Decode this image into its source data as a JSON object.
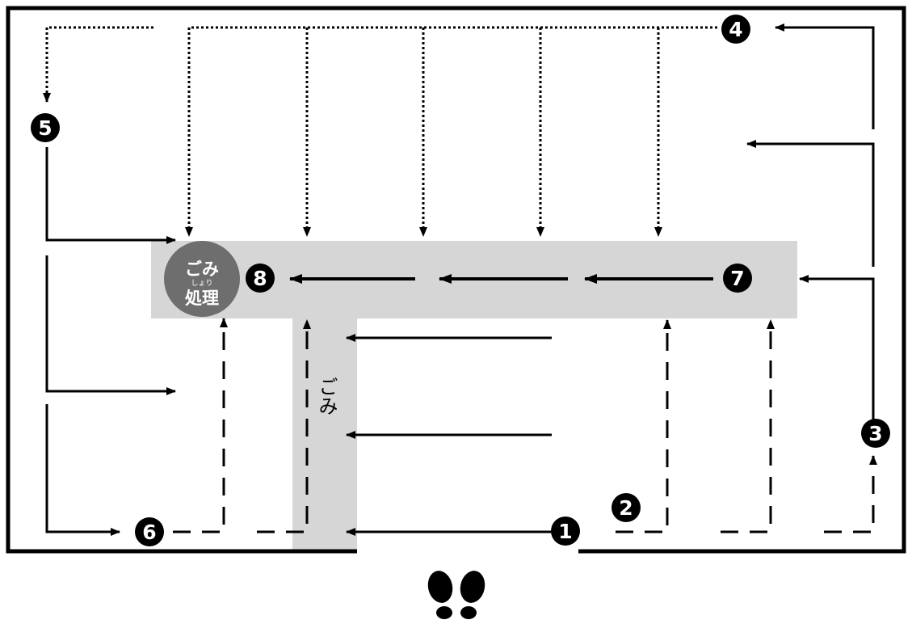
{
  "markers": [
    "1",
    "2",
    "3",
    "4",
    "5",
    "6",
    "7",
    "8"
  ],
  "labels": {
    "trash_area_vertical": "ごみ",
    "disposal_top": "ごみ",
    "disposal_bottom": "処理",
    "disposal_ruby": "しょり"
  },
  "colors": {
    "wall": "#000000",
    "corridor": "#d6d6d6",
    "disposal": "#6e6e6e",
    "marker": "#000000"
  },
  "icons": [
    "footprints-icon"
  ]
}
